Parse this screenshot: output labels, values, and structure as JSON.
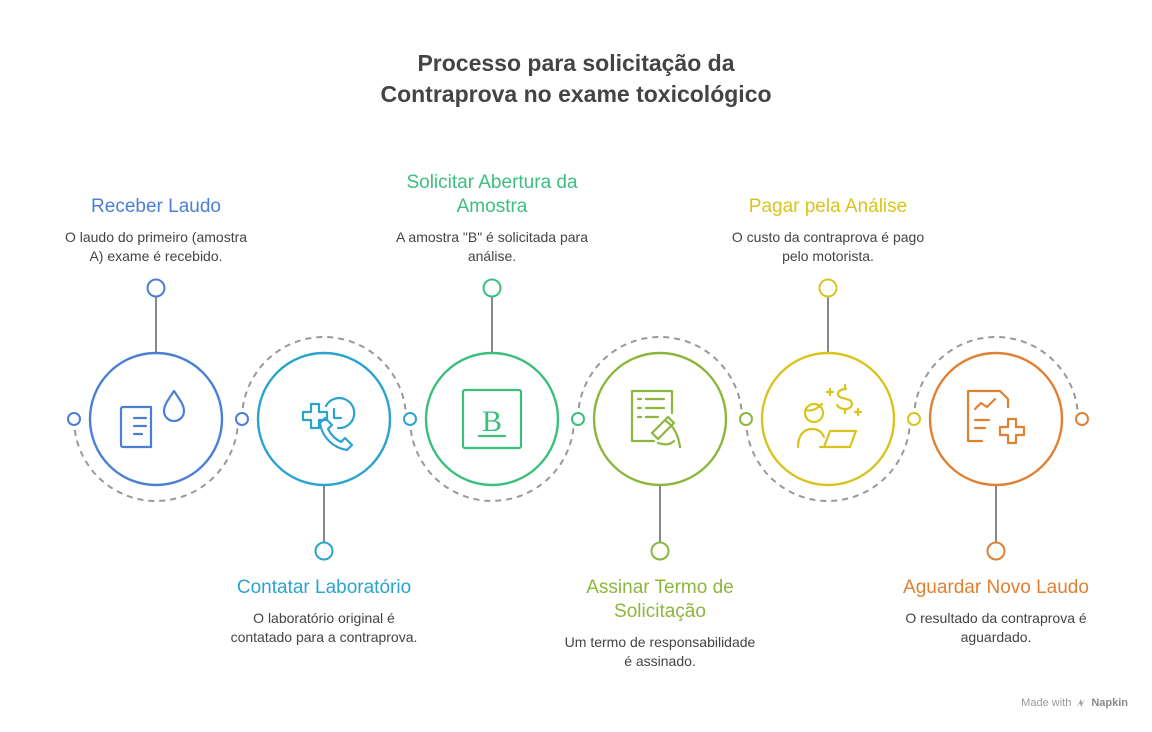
{
  "title": {
    "line1": "Processo para solicitação da",
    "line2": "Contraprova no exame toxicológico"
  },
  "steps": [
    {
      "title_lines": [
        "Receber Laudo"
      ],
      "desc_lines": [
        "O laudo do primeiro (amostra",
        "A) exame é recebido."
      ],
      "color": "#4a7fd6",
      "icon": "document-droplet-icon",
      "label_position": "top"
    },
    {
      "title_lines": [
        "Contatar Laboratório"
      ],
      "desc_lines": [
        "O laboratório original é",
        "contatado para a contraprova."
      ],
      "color": "#2aa3cf",
      "icon": "medical-phone-icon",
      "label_position": "bottom"
    },
    {
      "title_lines": [
        "Solicitar Abertura da",
        "Amostra"
      ],
      "desc_lines": [
        "A amostra \"B\" é solicitada para",
        "análise."
      ],
      "color": "#3cbf7d",
      "icon": "letter-b-box-icon",
      "icon_letter": "B",
      "label_position": "top"
    },
    {
      "title_lines": [
        "Assinar Termo de",
        "Solicitação"
      ],
      "desc_lines": [
        "Um termo de responsabilidade",
        "é assinado."
      ],
      "color": "#8cb63c",
      "icon": "signing-document-icon",
      "label_position": "bottom"
    },
    {
      "title_lines": [
        "Pagar pela Análise"
      ],
      "desc_lines": [
        "O custo da contraprova é pago",
        "pelo motorista."
      ],
      "color": "#d9c41f",
      "icon": "person-laptop-payment-icon",
      "label_position": "top"
    },
    {
      "title_lines": [
        "Aguardar Novo Laudo"
      ],
      "desc_lines": [
        "O resultado da contraprova é",
        "aguardado."
      ],
      "color": "#e08032",
      "icon": "medical-report-icon",
      "label_position": "bottom"
    }
  ],
  "footer": {
    "made_with": "Made with",
    "brand": "Napkin"
  }
}
